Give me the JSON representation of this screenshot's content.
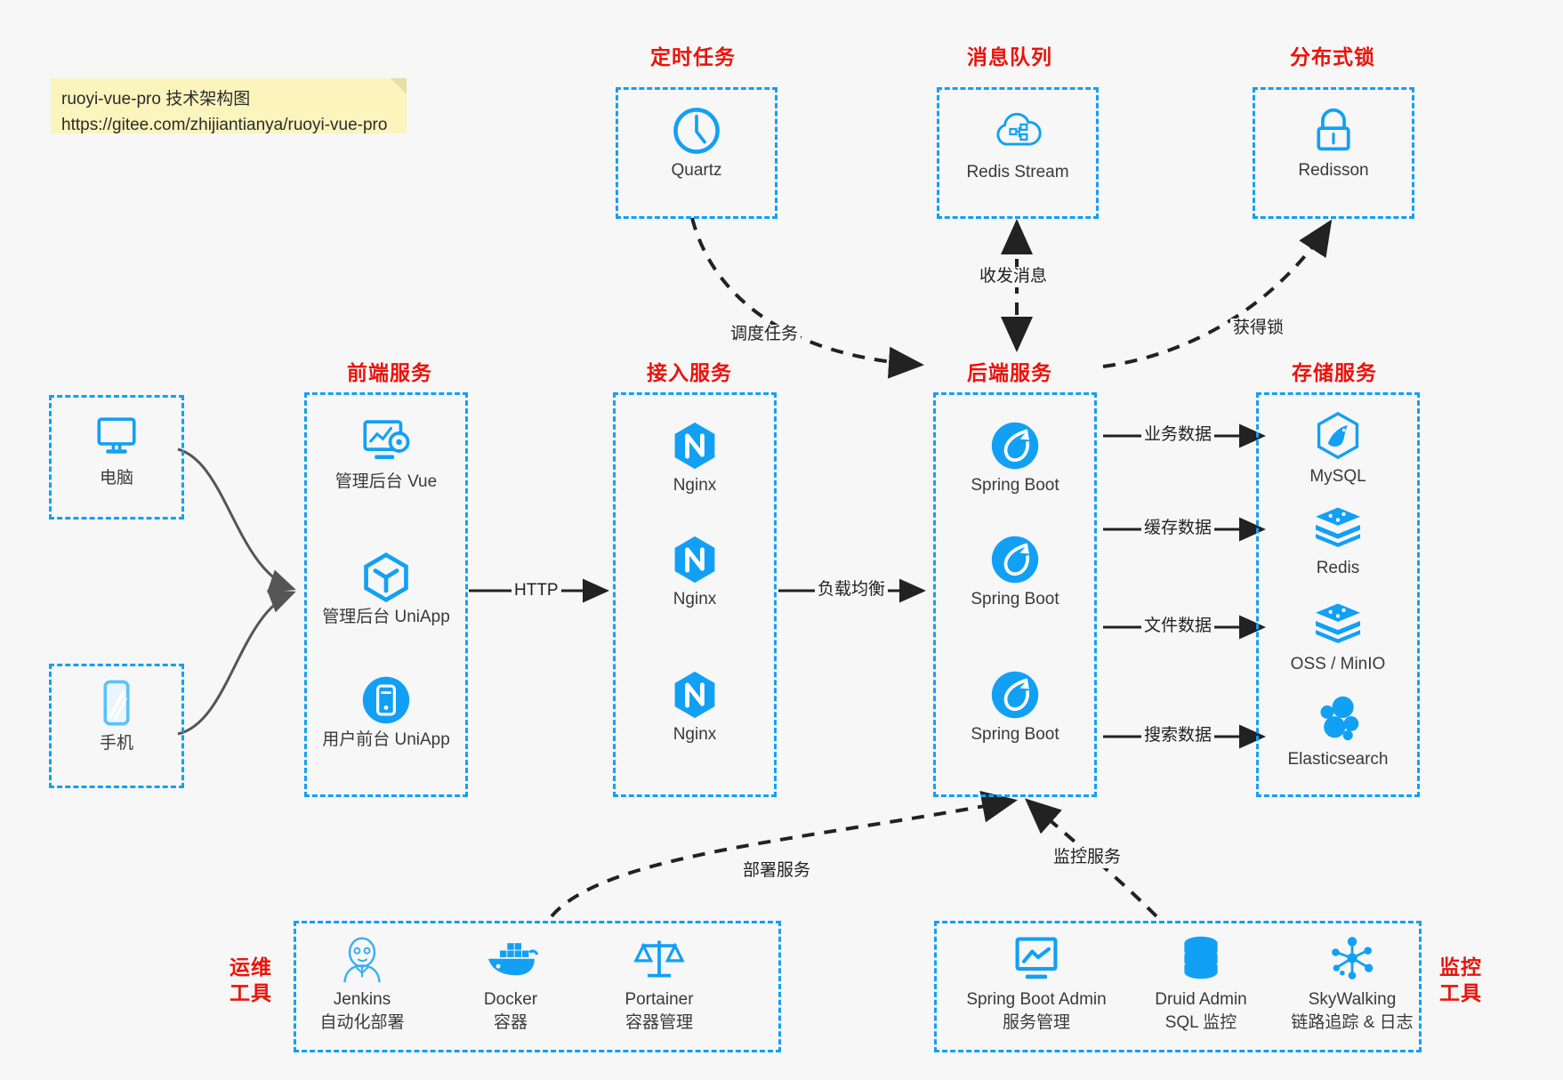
{
  "note": {
    "line1": "ruoyi-vue-pro 技术架构图",
    "line2": "https://gitee.com/zhijiantianya/ruoyi-vue-pro"
  },
  "colors": {
    "accent": "#12a0f5",
    "group_title": "#e8140c",
    "edge": "#222222",
    "device_edge": "#555555",
    "note_bg": "#fbf4bd",
    "canvas": "#f7f7f7"
  },
  "groups": {
    "scheduled_task": "定时任务",
    "message_queue": "消息队列",
    "distributed_lock": "分布式锁",
    "frontend_service": "前端服务",
    "gateway_service": "接入服务",
    "backend_service": "后端服务",
    "storage_service": "存储服务",
    "devops_tools_line1": "运维",
    "devops_tools_line2": "工具",
    "monitor_tools_line1": "监控",
    "monitor_tools_line2": "工具"
  },
  "nodes": {
    "quartz": "Quartz",
    "redis_stream": "Redis Stream",
    "redisson": "Redisson",
    "computer": "电脑",
    "phone": "手机",
    "admin_vue": "管理后台 Vue",
    "admin_uniapp": "管理后台 UniApp",
    "user_uniapp": "用户前台 UniApp",
    "nginx1": "Nginx",
    "nginx2": "Nginx",
    "nginx3": "Nginx",
    "springboot1": "Spring Boot",
    "springboot2": "Spring Boot",
    "springboot3": "Spring Boot",
    "mysql": "MySQL",
    "redis": "Redis",
    "oss_minio": "OSS / MinIO",
    "elasticsearch": "Elasticsearch",
    "jenkins": "Jenkins",
    "jenkins_sub": "自动化部署",
    "docker": "Docker",
    "docker_sub": "容器",
    "portainer": "Portainer",
    "portainer_sub": "容器管理",
    "sba": "Spring Boot Admin",
    "sba_sub": "服务管理",
    "druid": "Druid Admin",
    "druid_sub": "SQL 监控",
    "skywalking": "SkyWalking",
    "skywalking_sub": "链路追踪 & 日志"
  },
  "edge_labels": {
    "schedule_task": "调度任务",
    "send_receive_msg": "收发消息",
    "acquire_lock": "获得锁",
    "http": "HTTP",
    "load_balance": "负载均衡",
    "business_data": "业务数据",
    "cache_data": "缓存数据",
    "file_data": "文件数据",
    "search_data": "搜索数据",
    "deploy_service": "部署服务",
    "monitor_service": "监控服务"
  }
}
